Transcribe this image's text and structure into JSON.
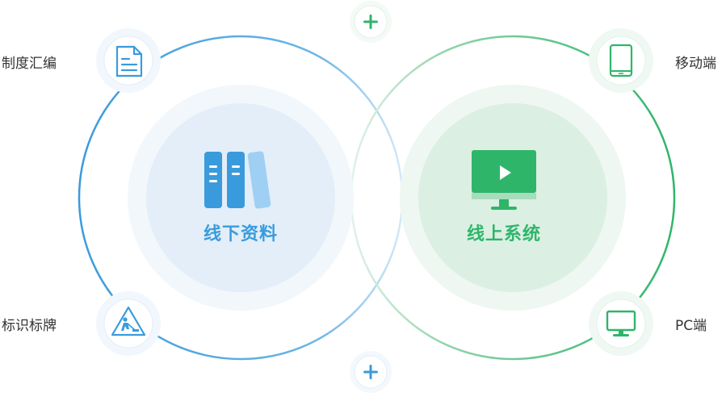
{
  "left_group": {
    "title": "线下资料",
    "accent_color": "#3a9bdc",
    "items": [
      {
        "label": "制度汇编",
        "icon": "document-icon"
      },
      {
        "label": "标识标牌",
        "icon": "warning-sign-icon"
      }
    ]
  },
  "right_group": {
    "title": "线上系统",
    "accent_color": "#2fb56a",
    "items": [
      {
        "label": "移动端",
        "icon": "tablet-icon"
      },
      {
        "label": "PC端",
        "icon": "monitor-icon"
      }
    ]
  },
  "connectors": [
    {
      "symbol": "+",
      "icon": "plus-icon"
    },
    {
      "symbol": "+",
      "icon": "plus-icon"
    }
  ]
}
